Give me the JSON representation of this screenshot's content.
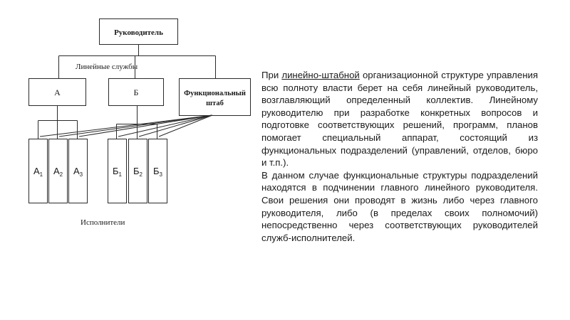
{
  "diagram": {
    "top_box": "Руководитель",
    "line_services_label": "Линейные службы",
    "middle_boxes": [
      "А",
      "Б"
    ],
    "staff_box_line1": "Функциональный",
    "staff_box_line2": "штаб",
    "executors": [
      {
        "letter": "А",
        "sub": "1"
      },
      {
        "letter": "А",
        "sub": "2"
      },
      {
        "letter": "А",
        "sub": "3"
      },
      {
        "letter": "Б",
        "sub": "1"
      },
      {
        "letter": "Б",
        "sub": "2"
      },
      {
        "letter": "Б",
        "sub": "3"
      }
    ],
    "executors_label": "Исполнители"
  },
  "text": {
    "p1_start": "При ",
    "p1_underlined": "линейно-штабной",
    "p1_rest": " организационной структуре управления всю полноту власти берет на себя линейный руководитель, возглавляющий определенный коллектив. Линейному руководителю при разработке конкретных вопросов и подготовке соответствующих решений, программ, планов помогает специальный аппарат, состоящий из функциональных подразделений (управлений, отделов, бюро и т.п.).",
    "p2": "В данном случае функциональные структуры подразделений находятся в подчинении главного линейного руководителя. Свои решения они проводят в жизнь либо через главного руководителя, либо (в пределах своих полномочий) непосредственно через соответствующих руководителей служб-исполнителей."
  }
}
